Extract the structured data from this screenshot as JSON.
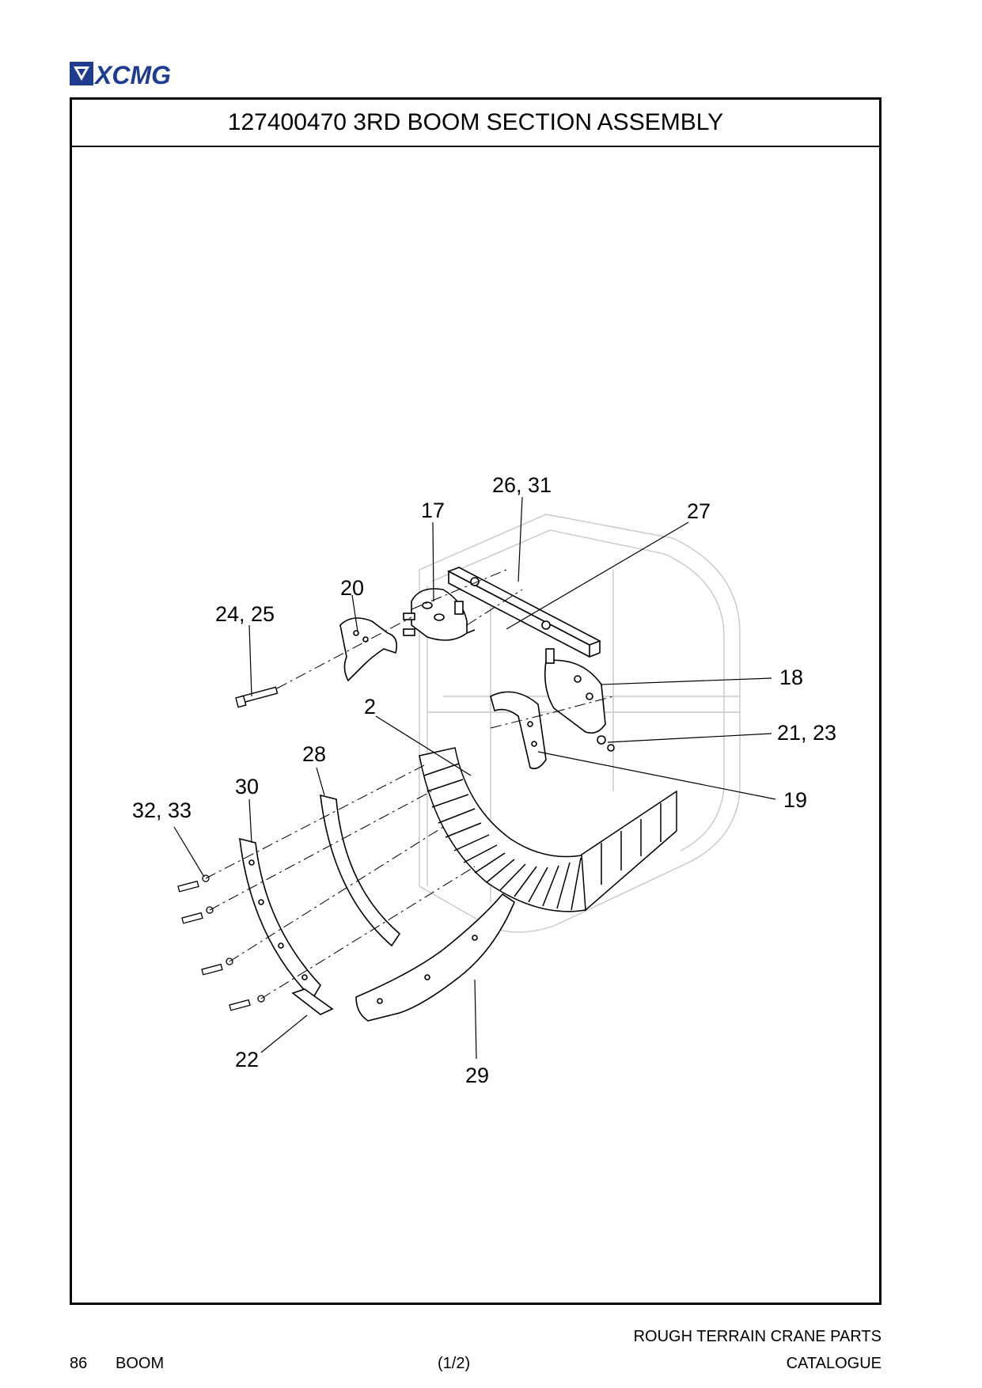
{
  "brand": {
    "name": "XCMG",
    "color": "#1f3c8f"
  },
  "header": {
    "title": "127400470 3RD BOOM SECTION ASSEMBLY"
  },
  "callouts": [
    {
      "id": "c2631",
      "text": "26, 31"
    },
    {
      "id": "c17",
      "text": "17"
    },
    {
      "id": "c27",
      "text": "27"
    },
    {
      "id": "c20",
      "text": "20"
    },
    {
      "id": "c2425",
      "text": "24, 25"
    },
    {
      "id": "c18",
      "text": "18"
    },
    {
      "id": "c2",
      "text": "2"
    },
    {
      "id": "c2123",
      "text": "21, 23"
    },
    {
      "id": "c28",
      "text": "28"
    },
    {
      "id": "c19",
      "text": "19"
    },
    {
      "id": "c30",
      "text": "30"
    },
    {
      "id": "c3233",
      "text": "32, 33"
    },
    {
      "id": "c22",
      "text": "22"
    },
    {
      "id": "c29",
      "text": "29"
    }
  ],
  "footer": {
    "page_number": "86",
    "section": "BOOM",
    "sheet": "(1/2)",
    "catalogue_line1": "ROUGH TERRAIN CRANE PARTS",
    "catalogue_line2": "CATALOGUE"
  }
}
